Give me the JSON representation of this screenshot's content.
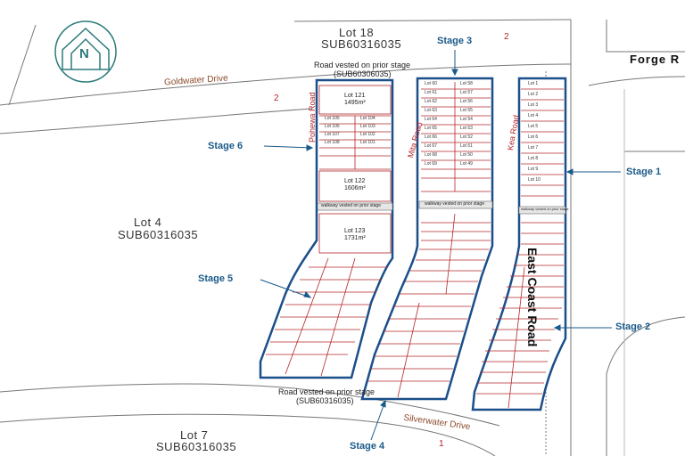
{
  "compass": {
    "letter": "N"
  },
  "roads": {
    "goldwater": "Goldwater Drive",
    "silverwater": "Silverwater Drive",
    "forge": "Forge R",
    "east_coast": "East Coast Road",
    "pohewa": "Pohewa Road",
    "mita": "Mita Road",
    "kea": "Kea Road"
  },
  "parcels": {
    "lot18": {
      "name": "Lot 18",
      "ref": "SUB60316035"
    },
    "lot4": {
      "name": "Lot 4",
      "ref": "SUB60316035"
    },
    "lot7": {
      "name": "Lot 7",
      "ref": "SUB60316035"
    }
  },
  "stages": {
    "s1": "Stage 1",
    "s2": "Stage 2",
    "s3": "Stage 3",
    "s4": "Stage 4",
    "s5": "Stage 5",
    "s6": "Stage 6"
  },
  "notes": {
    "road_vested_top": "Road vested on prior stage",
    "road_vested_top_ref": "(SUB60306035)",
    "road_vested_bottom": "Road vested on prior stage",
    "road_vested_bottom_ref": "(SUB60316035)",
    "walkway1": "walkway vested on prior stage",
    "walkway2": "walkway vested on prior stage",
    "walkway3": "walkway vested on prior stage"
  },
  "big_lots": {
    "lot121": {
      "name": "Lot 121",
      "area": "1495m²"
    },
    "lot122": {
      "name": "Lot 122",
      "area": "1606m²"
    },
    "lot123": {
      "name": "Lot 123",
      "area": "1731m²"
    }
  },
  "numbers": {
    "n1": "1",
    "n2a": "2",
    "n2b": "2"
  },
  "lot_labels": {
    "stage1_col": [
      "Lot 1",
      "Lot 2",
      "Lot 3",
      "Lot 4",
      "Lot 5",
      "Lot 6",
      "Lot 7",
      "Lot 8",
      "Lot 9",
      "Lot 10"
    ],
    "stage3_left": [
      "Lot 60",
      "Lot 61",
      "Lot 62",
      "Lot 63",
      "Lot 64",
      "Lot 65",
      "Lot 66",
      "Lot 67",
      "Lot 68",
      "Lot 69"
    ],
    "stage3_right": [
      "Lot 58",
      "Lot 57",
      "Lot 56",
      "Lot 55",
      "Lot 54",
      "Lot 53",
      "Lot 52",
      "Lot 51",
      "Lot 50",
      "Lot 49"
    ],
    "stage6": [
      "Lot 105",
      "Lot 104",
      "Lot 106",
      "Lot 103",
      "Lot 107",
      "Lot 102",
      "Lot 108",
      "Lot 101"
    ]
  }
}
